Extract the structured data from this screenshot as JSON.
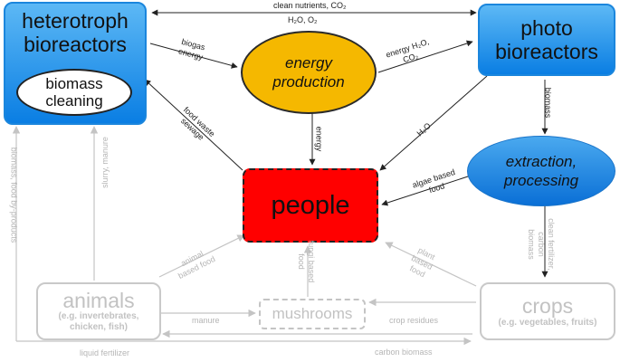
{
  "nodes": {
    "heterotroph": {
      "title": "heterotroph bioreactors",
      "inner": "biomass cleaning"
    },
    "photo": {
      "title": "photo bioreactors"
    },
    "energy": {
      "label": "energy production"
    },
    "extraction": {
      "label": "extraction, processing"
    },
    "people": {
      "label": "people"
    },
    "animals": {
      "title": "animals",
      "sub": "(e.g. invertebrates, chicken, fish)"
    },
    "mushrooms": {
      "label": "mushrooms"
    },
    "crops": {
      "title": "crops",
      "sub": "(e.g. vegetables, fruits)"
    }
  },
  "edges": {
    "top_nutrients": "clean nutrients, CO₂",
    "top_water": "H₂O, O₂",
    "biogas_energy": "biogas energy",
    "energy_h2o_co2": "energy H₂O, CO₂",
    "biomass": "biomass",
    "food_waste": "food waste sewage",
    "energy_down": "energy",
    "h2o": "H₂O",
    "algae_food": "algae based food",
    "clean_fertilizer": "clean fertilizer, carbon biomass",
    "biomass_food_byproducts": "biomass, food by-products",
    "slurry_manure": "slurry, manure",
    "animal_food": "animal based food",
    "fungi_food": "fungi based food",
    "plant_food": "plant based food",
    "manure": "manure",
    "crop_residues": "crop residues",
    "liquid_fertilizer": "liquid fertilizer",
    "carbon_biomass": "carbon biomass"
  },
  "colors": {
    "blue": "#0a7ee3",
    "yellow": "#f5b800",
    "red": "#ff0000",
    "gray": "#c9c9c9"
  }
}
